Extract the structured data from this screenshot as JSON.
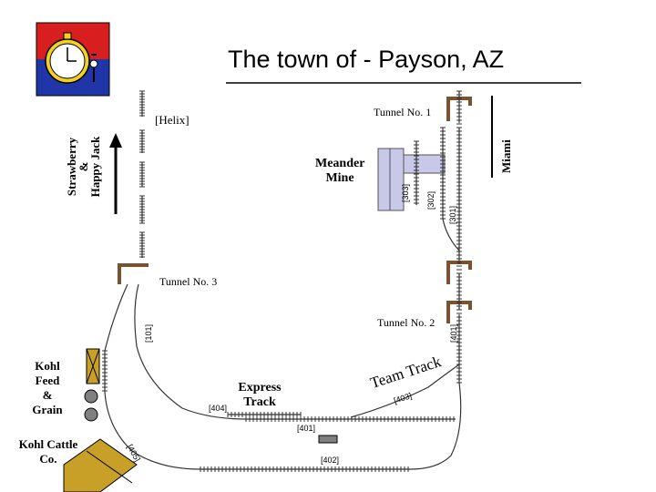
{
  "title": "The town of - Payson, AZ",
  "labels": {
    "helix": "[Helix]",
    "tunnel1": "Tunnel No. 1",
    "tunnel2": "Tunnel No. 2",
    "tunnel3": "Tunnel No. 3",
    "meander_line1": "Meander",
    "meander_line2": "Mine",
    "strawberry_line1": "Strawberry",
    "strawberry_line2": "&",
    "strawberry_line3": "Happy Jack",
    "miami": "Miami",
    "kohl_feed_line1": "Kohl",
    "kohl_feed_line2": "Feed",
    "kohl_feed_line3": "&",
    "kohl_feed_line4": "Grain",
    "kohl_cattle_line1": "Kohl Cattle",
    "kohl_cattle_line2": "Co.",
    "express_line1": "Express",
    "express_line2": "Track",
    "team_track": "Team Track"
  },
  "track_ids": {
    "t303": "[303]",
    "t302": "[302]",
    "t301": "[301]",
    "t101": "[101]",
    "t401": "[401]",
    "t401b": "[401]",
    "t402": "[402]",
    "t403": "[403]",
    "t404": "[404]",
    "t405": "[405]"
  },
  "colors": {
    "logo_red": "#d81e1e",
    "logo_blue": "#2035a8",
    "logo_yellow": "#f2d024",
    "tunnel_brown": "#7a5230",
    "mine_lavender": "#c8c8e8",
    "cattle_gold": "#c8a028",
    "grain_gray": "#808080"
  },
  "icons": {
    "logo": "pocket-watch-icon",
    "arrow_up": "arrow-up-icon"
  }
}
